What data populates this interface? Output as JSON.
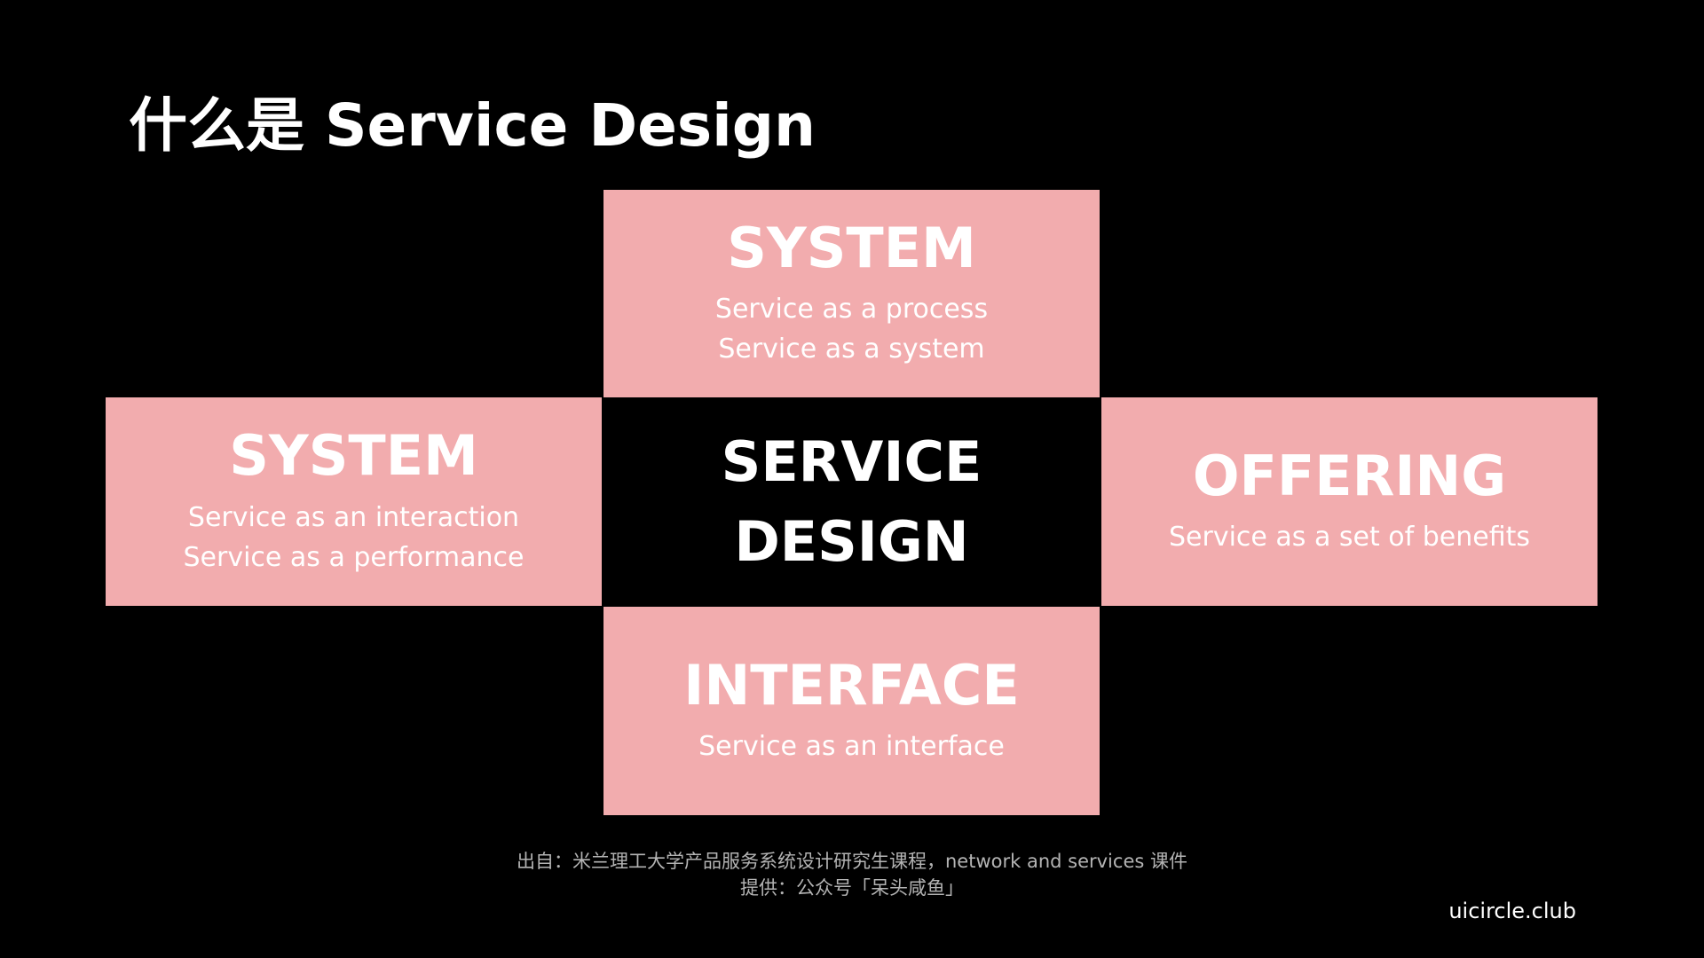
{
  "title": "什么是 Service Design",
  "center": {
    "line1": "SERVICE",
    "line2": "DESIGN"
  },
  "boxes": {
    "top": {
      "heading": "SYSTEM",
      "lines": [
        "Service as a process",
        "Service as a system"
      ]
    },
    "left": {
      "heading": "SYSTEM",
      "lines": [
        "Service as an interaction",
        "Service as a performance"
      ]
    },
    "right": {
      "heading": "OFFERING",
      "lines": [
        "Service as a set of benefits"
      ]
    },
    "bottom": {
      "heading": "INTERFACE",
      "lines": [
        "Service as an interface"
      ]
    }
  },
  "footer": {
    "source": "出自：米兰理工大学产品服务系统设计研究生课程，network and services 课件",
    "provider": "提供：公众号「呆头咸鱼」",
    "site": "uicircle.club"
  },
  "colors": {
    "background": "#000000",
    "box_fill": "#f2acae",
    "text": "#ffffff",
    "caption": "#b4b4b4"
  }
}
